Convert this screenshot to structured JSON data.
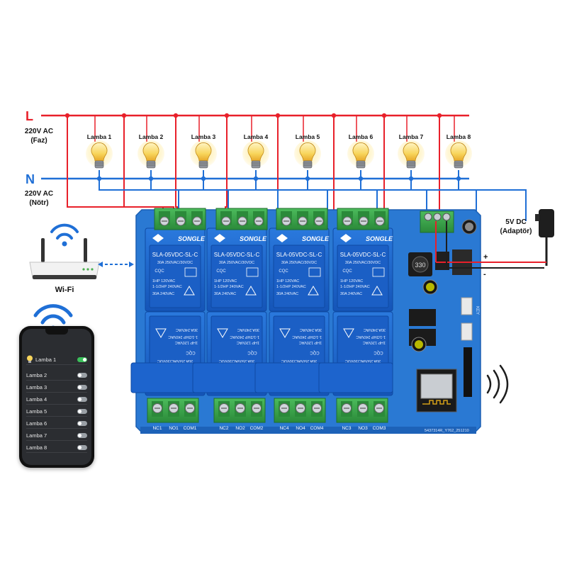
{
  "mains": {
    "line_letter": "L",
    "line_voltage": "220V AC",
    "line_name": "(Faz)",
    "neutral_letter": "N",
    "neutral_voltage": "220V AC",
    "neutral_name": "(Nötr)"
  },
  "lamps": [
    "Lamba 1",
    "Lamba 2",
    "Lamba 3",
    "Lamba 4",
    "Lamba 5",
    "Lamba 6",
    "Lamba 7",
    "Lamba 8"
  ],
  "power": {
    "label": "5V DC",
    "sub": "(Adaptör)",
    "plus": "+",
    "minus": "-"
  },
  "router": {
    "label": "Wi-Fi"
  },
  "relay": {
    "brand": "SONGLE",
    "model": "SLA-05VDC-SL-C",
    "rating1": "30A  250VAC/30VDC",
    "rating2": "1HP 120VAC",
    "rating3": "1-1/2HP 240VAC",
    "rating4": "30A  240VAC",
    "cqc": "CQC"
  },
  "terminals": {
    "bottom": [
      [
        "NC1",
        "NO1",
        "COM1"
      ],
      [
        "NC2",
        "NO2",
        "COM2"
      ],
      [
        "NC4",
        "NO4",
        "COM4"
      ],
      [
        "NC3",
        "NO3",
        "COM3"
      ]
    ]
  },
  "board": {
    "serial": "5437314R_Y762_251210",
    "inductor": "330",
    "key": "KEY"
  },
  "phone": {
    "items": [
      {
        "label": "Lamba 1",
        "on": true
      },
      {
        "label": "Lamba 2",
        "on": false
      },
      {
        "label": "Lamba 3",
        "on": false
      },
      {
        "label": "Lamba 4",
        "on": false
      },
      {
        "label": "Lamba 5",
        "on": false
      },
      {
        "label": "Lamba 6",
        "on": false
      },
      {
        "label": "Lamba 7",
        "on": false
      },
      {
        "label": "Lamba 8",
        "on": false
      }
    ]
  },
  "colors": {
    "line": "#e8202a",
    "neutral": "#1f6fd6",
    "board": "#2a79d3",
    "relay": "#1c63c9",
    "terminal": "#3aa24a"
  }
}
